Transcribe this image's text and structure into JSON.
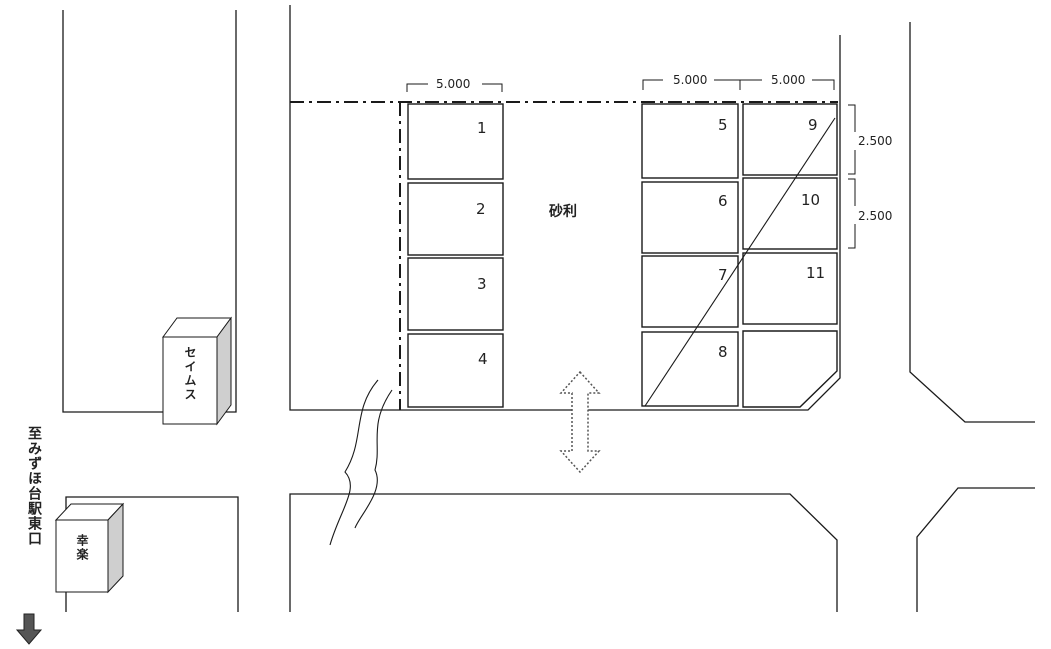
{
  "spaces": [
    {
      "number": "1"
    },
    {
      "number": "2"
    },
    {
      "number": "3"
    },
    {
      "number": "4"
    },
    {
      "number": "5"
    },
    {
      "number": "6"
    },
    {
      "number": "7"
    },
    {
      "number": "8"
    },
    {
      "number": "9"
    },
    {
      "number": "10"
    },
    {
      "number": "11"
    }
  ],
  "surface_label": "砂利",
  "dimensions": {
    "left_width": "5.000",
    "right_width_a": "5.000",
    "right_width_b": "5.000",
    "depth_a": "2.500",
    "depth_b": "2.500"
  },
  "buildings": {
    "seimusu": "セイムス",
    "kouraku": "幸楽"
  },
  "direction_label": "至みずほ台駅東口",
  "colors": {
    "line": "#1a1a1a",
    "building_side": "#cfcfcf",
    "arrow_gray": "#555555"
  }
}
